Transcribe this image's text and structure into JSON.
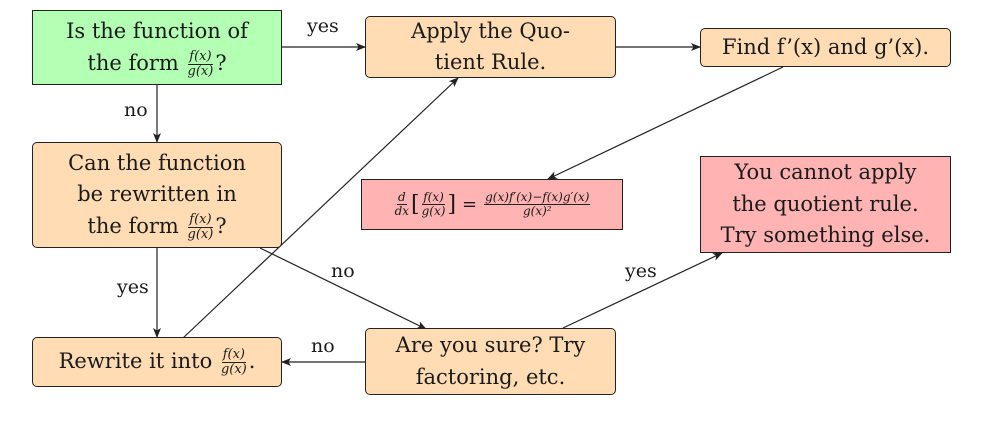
{
  "colors": {
    "start": "#b3ffb3",
    "process": "#ffdcb3",
    "alert": "#ffb3b3",
    "stroke": "#222222"
  },
  "nodes": {
    "start": {
      "line1": "Is the function of",
      "line2_prefix": "the form",
      "frac_num": "f(x)",
      "frac_den": "g(x)",
      "line2_suffix": "?"
    },
    "apply": {
      "line1": "Apply the Quo-",
      "line2": "tient Rule."
    },
    "find": {
      "text": "Find f’(x) and g’(x)."
    },
    "rewrite_q": {
      "line1": "Can the function",
      "line2": "be rewritten in",
      "line3_prefix": "the form",
      "frac_num": "f(x)",
      "frac_den": "g(x)",
      "line3_suffix": "?"
    },
    "formula": {
      "d_num": "d",
      "d_den": "dx",
      "lbracket": "[",
      "f_num": "f(x)",
      "f_den": "g(x)",
      "rbracket": "]",
      "eq": "=",
      "r_num": "g(x)f′(x)−f(x)g′(x)",
      "r_den": "g(x)²"
    },
    "cannot": {
      "line1": "You cannot apply",
      "line2": "the quotient rule.",
      "line3": "Try something else."
    },
    "rewrite": {
      "prefix": "Rewrite it into",
      "frac_num": "f(x)",
      "frac_den": "g(x)",
      "suffix": "."
    },
    "sure": {
      "line1": "Are you sure? Try",
      "line2": "factoring, etc."
    }
  },
  "edge_labels": {
    "start_apply": "yes",
    "start_rewrite_q": "no",
    "rewrite_q_rewrite": "yes",
    "rewrite_q_sure": "no",
    "sure_rewrite": "no",
    "sure_cannot": "yes"
  }
}
